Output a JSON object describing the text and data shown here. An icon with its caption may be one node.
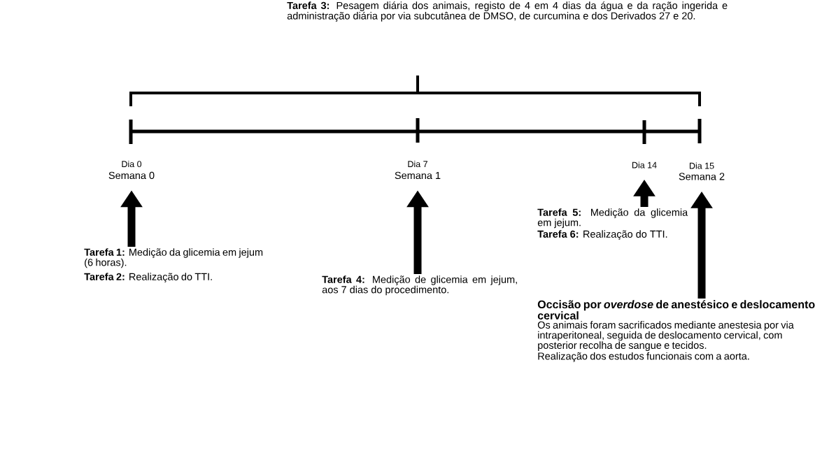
{
  "diagram": {
    "nodes": [
      {
        "text": [
          "Dia 0",
          "Semana 0"
        ]
      },
      {
        "text": [
          "Dia 7",
          "Semana 1"
        ]
      },
      {
        "text": [
          "Dia 14"
        ]
      },
      {
        "text": [
          "Dia 15",
          "Semana 2"
        ]
      },
      {
        "text": [
          "**Tarefa 1:** Medição da glicemia em jejum (6 horas).",
          "**Tarefa 2:** Realização do TTI."
        ]
      },
      {
        "text": [
          "**Tarefa 4:** Medição de glicemia em jejum, aos 7 dias do procedimento."
        ]
      },
      {
        "text": [
          "**Tarefa 5:** Medição da glicemia em jejum.",
          "**Tarefa 6:** Realização do TTI."
        ]
      },
      {
        "text": [
          "Occisão por *overdose* de anestésico e deslocamento cervical",
          "Os animais foram sacrificados mediante anestesia por via intraperitoneal, seguida de deslocamento cervical, com posterior recolha de sangue e tecidos.",
          "Realização dos estudos funcionais com a aorta."
        ]
      }
    ],
    "edges": [
      {
        "from": 4,
        "to": 0,
        "arrow": "to"
      },
      {
        "from": 5,
        "to": 1,
        "arrow": "to"
      },
      {
        "from": 6,
        "to": 2,
        "arrow": "to"
      },
      {
        "from": 7,
        "to": 3,
        "arrow": "to"
      }
    ],
    "labels": [
      "**Tarefa 3:** Pesagem diária dos animais, registo de 4 em 4 dias da água e da ração ingerida e administração diária por via subcutânea de DMSO, de curcumina e dos Derivados 27 e 20."
    ]
  }
}
